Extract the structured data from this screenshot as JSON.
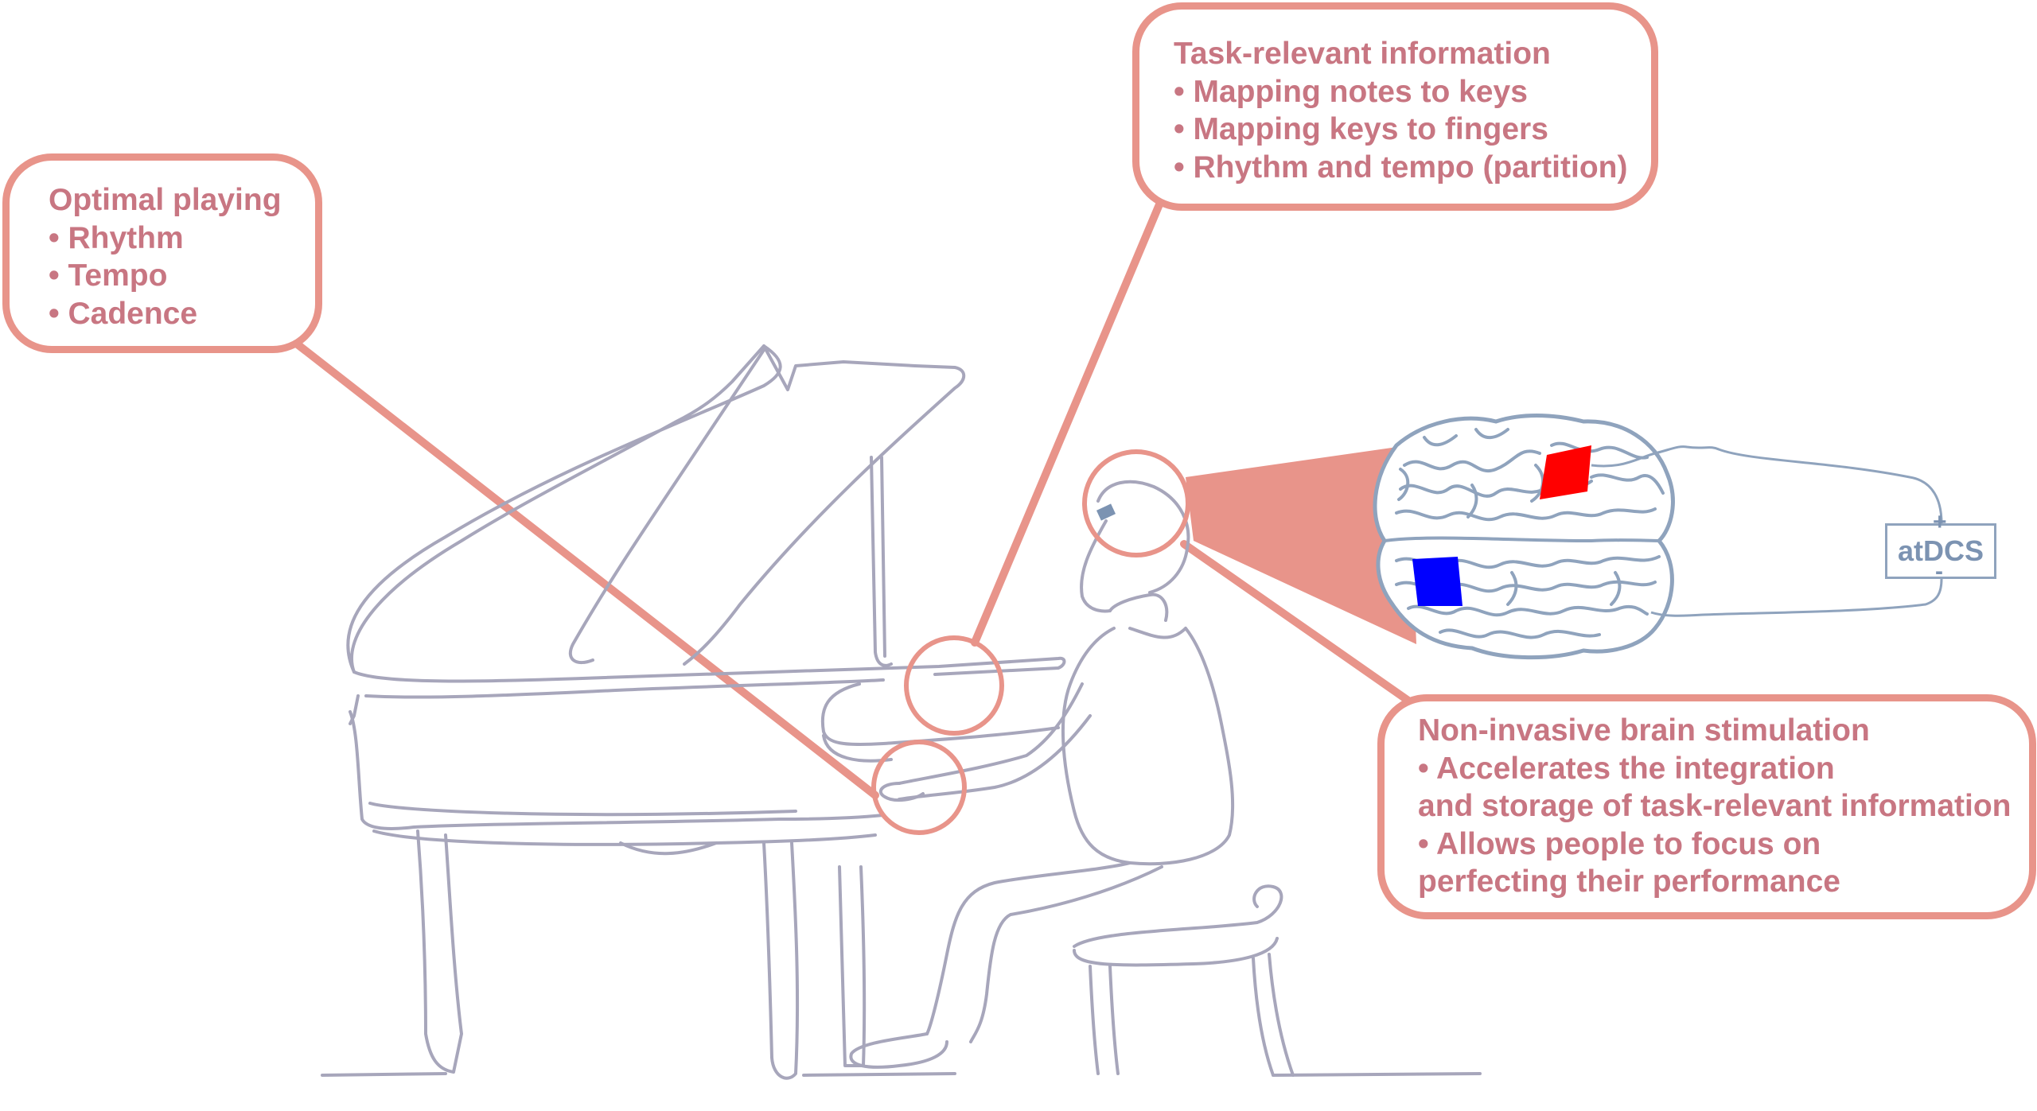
{
  "callouts": {
    "optimal": {
      "title": "Optimal playing",
      "items": [
        "• Rhythm",
        "• Tempo",
        "• Cadence"
      ]
    },
    "task": {
      "title": "Task-relevant information",
      "items": [
        "• Mapping notes to keys",
        "• Mapping keys to fingers",
        "• Rhythm and tempo (partition)"
      ]
    },
    "nibs": {
      "title": "Non-invasive brain stimulation",
      "lines": [
        "• Accelerates the integration",
        "and storage of task-relevant information",
        "• Allows people to focus on",
        "perfecting their performance"
      ]
    }
  },
  "device": {
    "label": "atDCS",
    "anode_symbol": "+",
    "cathode_symbol": "-"
  },
  "colors": {
    "accent": "#e8948a",
    "callout_text": "#c87682",
    "line_art": "#a7a6bb",
    "brain": "#8fa3bd",
    "anode": "#ff0000",
    "cathode": "#0000ff"
  }
}
